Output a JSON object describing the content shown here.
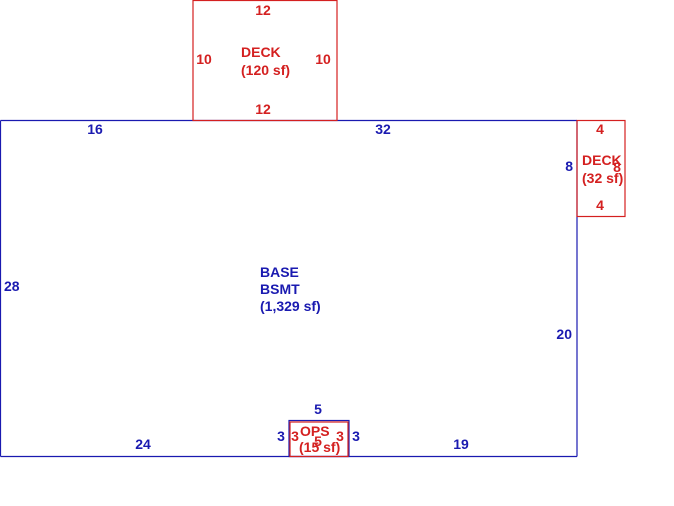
{
  "main_area": {
    "line1": "BASE",
    "line2": "BSMT",
    "area": "(1,329 sf)",
    "dims": {
      "top_left": "16",
      "top_right": "32",
      "left": "28",
      "right": "20",
      "bottom_left": "24",
      "bottom_right": "19",
      "notch": "8"
    },
    "color": "#1a1ab0"
  },
  "deck_top": {
    "label": "DECK",
    "area": "(120 sf)",
    "dims": {
      "top": "12",
      "bottom": "12",
      "left": "10",
      "right": "10"
    },
    "color": "#d42020"
  },
  "deck_right": {
    "label": "DECK",
    "area": "(32 sf)",
    "dims": {
      "top": "4",
      "bottom": "4",
      "right": "8"
    },
    "color": "#d42020"
  },
  "ops": {
    "label": "OPS",
    "area": "(15 sf)",
    "dims": {
      "top_blue": "5",
      "left_blue": "3",
      "right_blue": "3",
      "left_red": "3",
      "right_red": "3",
      "inner_red": "5"
    }
  }
}
